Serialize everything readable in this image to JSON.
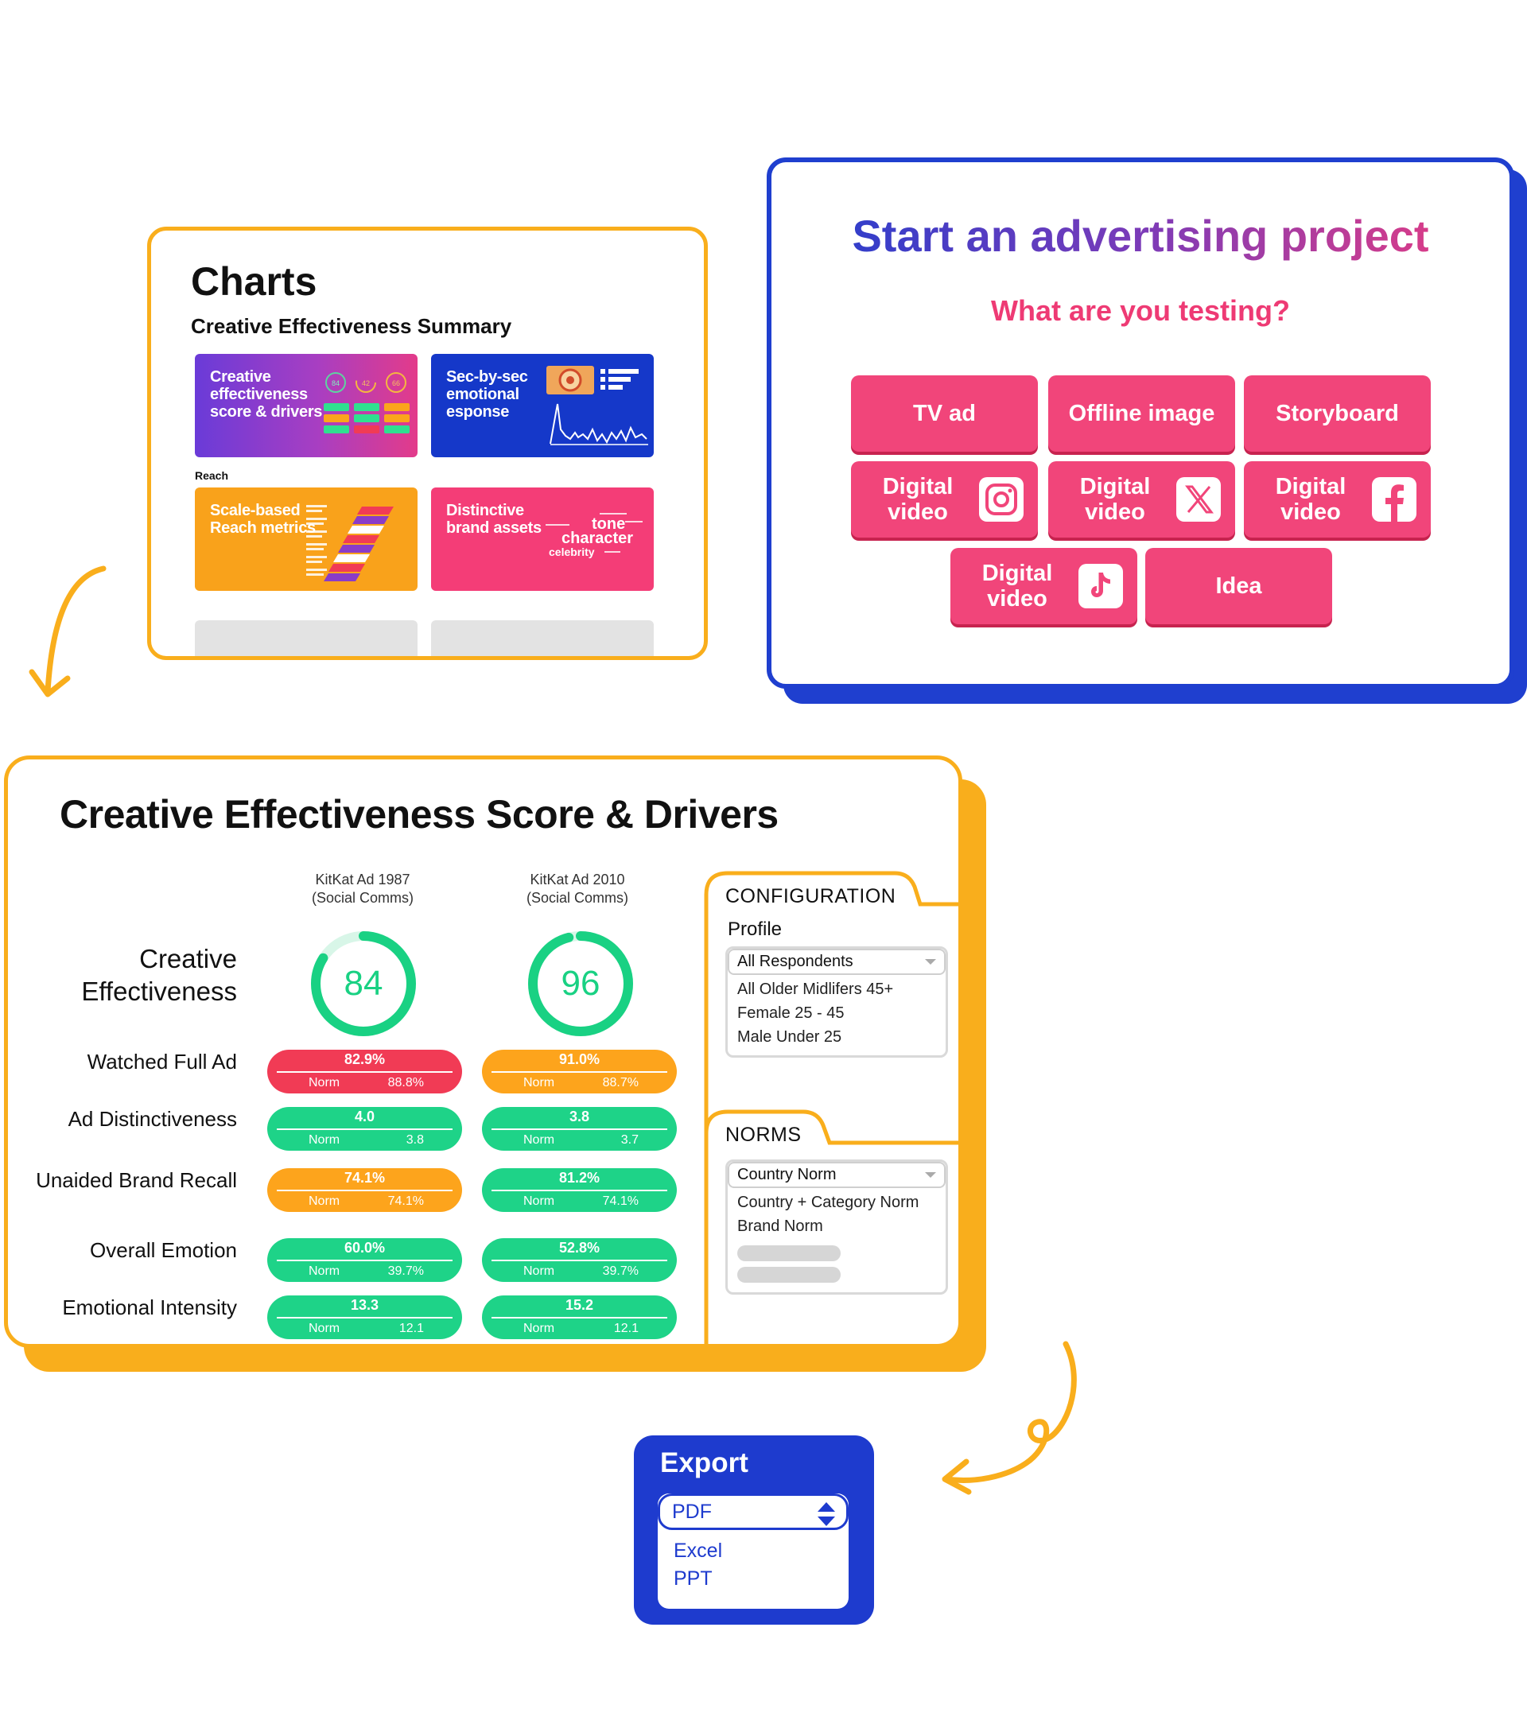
{
  "charts_card": {
    "title": "Charts",
    "subtitle": "Creative Effectiveness Summary",
    "tiles": [
      {
        "label": "Creative effectiveness score & drivers",
        "color": "#8a3cc8"
      },
      {
        "label": "Sec-by-sec emotional esponse",
        "color": "#1538c9"
      },
      {
        "label": "Scale-based Reach metrics",
        "color": "#f9a21b"
      },
      {
        "label": "Distinctive brand assets",
        "color": "#f43d77"
      }
    ],
    "reach_label": "Reach",
    "tile_a_dots": [
      "84",
      "42",
      "66"
    ],
    "tile_d_words": [
      "tone",
      "character",
      "celebrity"
    ]
  },
  "project_card": {
    "title": "Start an advertising project",
    "subtitle": "What are you testing?",
    "buttons": {
      "tv_ad": "TV ad",
      "offline_image": "Offline image",
      "storyboard": "Storyboard",
      "digital_video": "Digital video",
      "idea": "Idea"
    },
    "icons": [
      "instagram-icon",
      "x-icon",
      "facebook-icon",
      "tiktok-icon"
    ]
  },
  "scores_card": {
    "title": "Creative Effectiveness Score & Drivers",
    "columns": [
      {
        "name": "KitKat Ad 1987",
        "sub": "(Social Comms)",
        "score": 84
      },
      {
        "name": "KitKat Ad 2010",
        "sub": "(Social Comms)",
        "score": 96
      }
    ],
    "ce_label": "Creative Effectiveness",
    "norm_word": "Norm",
    "metrics": [
      {
        "label": "Watched Full Ad",
        "values": [
          {
            "value": "82.9%",
            "norm": "88.8%",
            "status": "red"
          },
          {
            "value": "91.0%",
            "norm": "88.7%",
            "status": "orange"
          }
        ]
      },
      {
        "label": "Ad Distinctiveness",
        "values": [
          {
            "value": "4.0",
            "norm": "3.8",
            "status": "green"
          },
          {
            "value": "3.8",
            "norm": "3.7",
            "status": "green"
          }
        ]
      },
      {
        "label": "Unaided Brand Recall",
        "values": [
          {
            "value": "74.1%",
            "norm": "74.1%",
            "status": "orange"
          },
          {
            "value": "81.2%",
            "norm": "74.1%",
            "status": "green"
          }
        ]
      },
      {
        "label": "Overall Emotion",
        "values": [
          {
            "value": "60.0%",
            "norm": "39.7%",
            "status": "green"
          },
          {
            "value": "52.8%",
            "norm": "39.7%",
            "status": "green"
          }
        ]
      },
      {
        "label": "Emotional Intensity",
        "values": [
          {
            "value": "13.3",
            "norm": "12.1",
            "status": "green"
          },
          {
            "value": "15.2",
            "norm": "12.1",
            "status": "green"
          }
        ]
      }
    ],
    "configuration": {
      "heading": "CONFIGURATION",
      "profile_label": "Profile",
      "profile_selected": "All Respondents",
      "profile_options": [
        "All Older Midlifers 45+",
        "Female 25 - 45",
        "Male Under 25"
      ],
      "norms_heading": "NORMS",
      "norm_selected": "Country Norm",
      "norm_options": [
        "Country + Category Norm",
        "Brand Norm"
      ]
    }
  },
  "export_card": {
    "title": "Export",
    "selected": "PDF",
    "options": [
      "Excel",
      "PPT"
    ]
  },
  "colors": {
    "accent_orange": "#f9ae1c",
    "accent_blue": "#1f3fcf",
    "accent_pink": "#f1457a",
    "good_green": "#1ed388",
    "bad_red": "#f13b55"
  }
}
